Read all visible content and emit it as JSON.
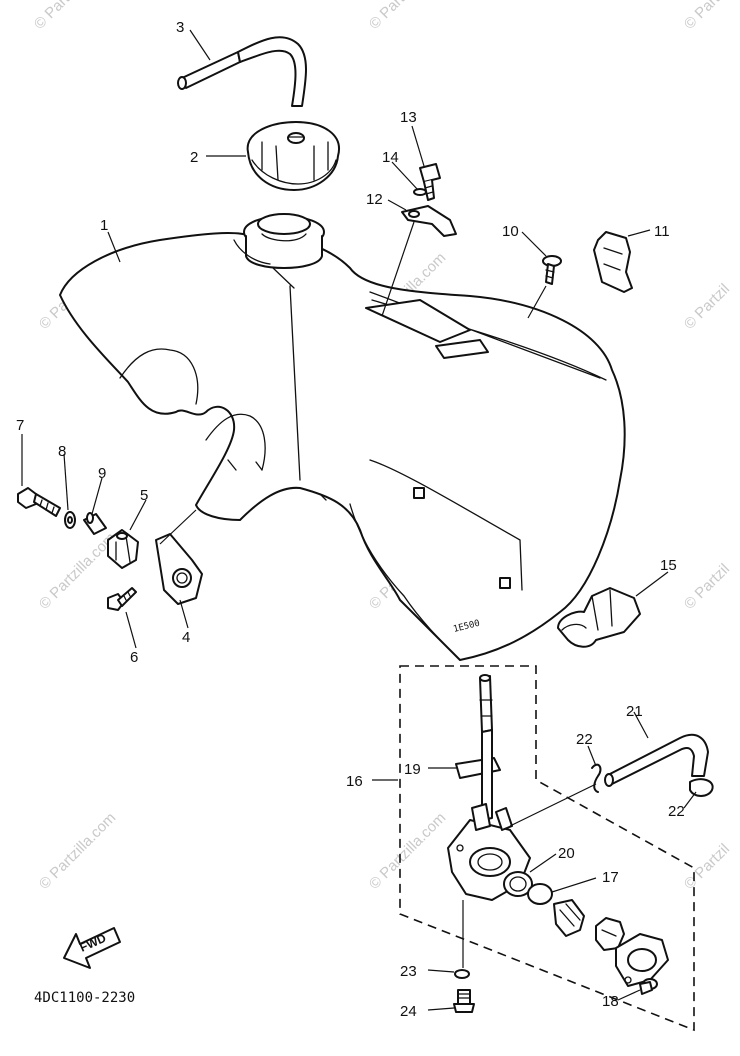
{
  "watermark": {
    "text": "© Partzilla.com",
    "edge_text": "© Partzil"
  },
  "callouts": [
    {
      "id": "1",
      "label": "1"
    },
    {
      "id": "2",
      "label": "2"
    },
    {
      "id": "3",
      "label": "3"
    },
    {
      "id": "4",
      "label": "4"
    },
    {
      "id": "5",
      "label": "5"
    },
    {
      "id": "6",
      "label": "6"
    },
    {
      "id": "7",
      "label": "7"
    },
    {
      "id": "8",
      "label": "8"
    },
    {
      "id": "9",
      "label": "9"
    },
    {
      "id": "10",
      "label": "10"
    },
    {
      "id": "11",
      "label": "11"
    },
    {
      "id": "12",
      "label": "12"
    },
    {
      "id": "13",
      "label": "13"
    },
    {
      "id": "14",
      "label": "14"
    },
    {
      "id": "15",
      "label": "15"
    },
    {
      "id": "16",
      "label": "16"
    },
    {
      "id": "17",
      "label": "17"
    },
    {
      "id": "18",
      "label": "18"
    },
    {
      "id": "19",
      "label": "19"
    },
    {
      "id": "20",
      "label": "20"
    },
    {
      "id": "21",
      "label": "21"
    },
    {
      "id": "22a",
      "label": "22"
    },
    {
      "id": "22b",
      "label": "22"
    },
    {
      "id": "23",
      "label": "23"
    },
    {
      "id": "24",
      "label": "24"
    }
  ],
  "fwd_arrow": {
    "label": "FWD"
  },
  "diagram_code": "4DC1100-2230",
  "tank_stamp": "1E500"
}
